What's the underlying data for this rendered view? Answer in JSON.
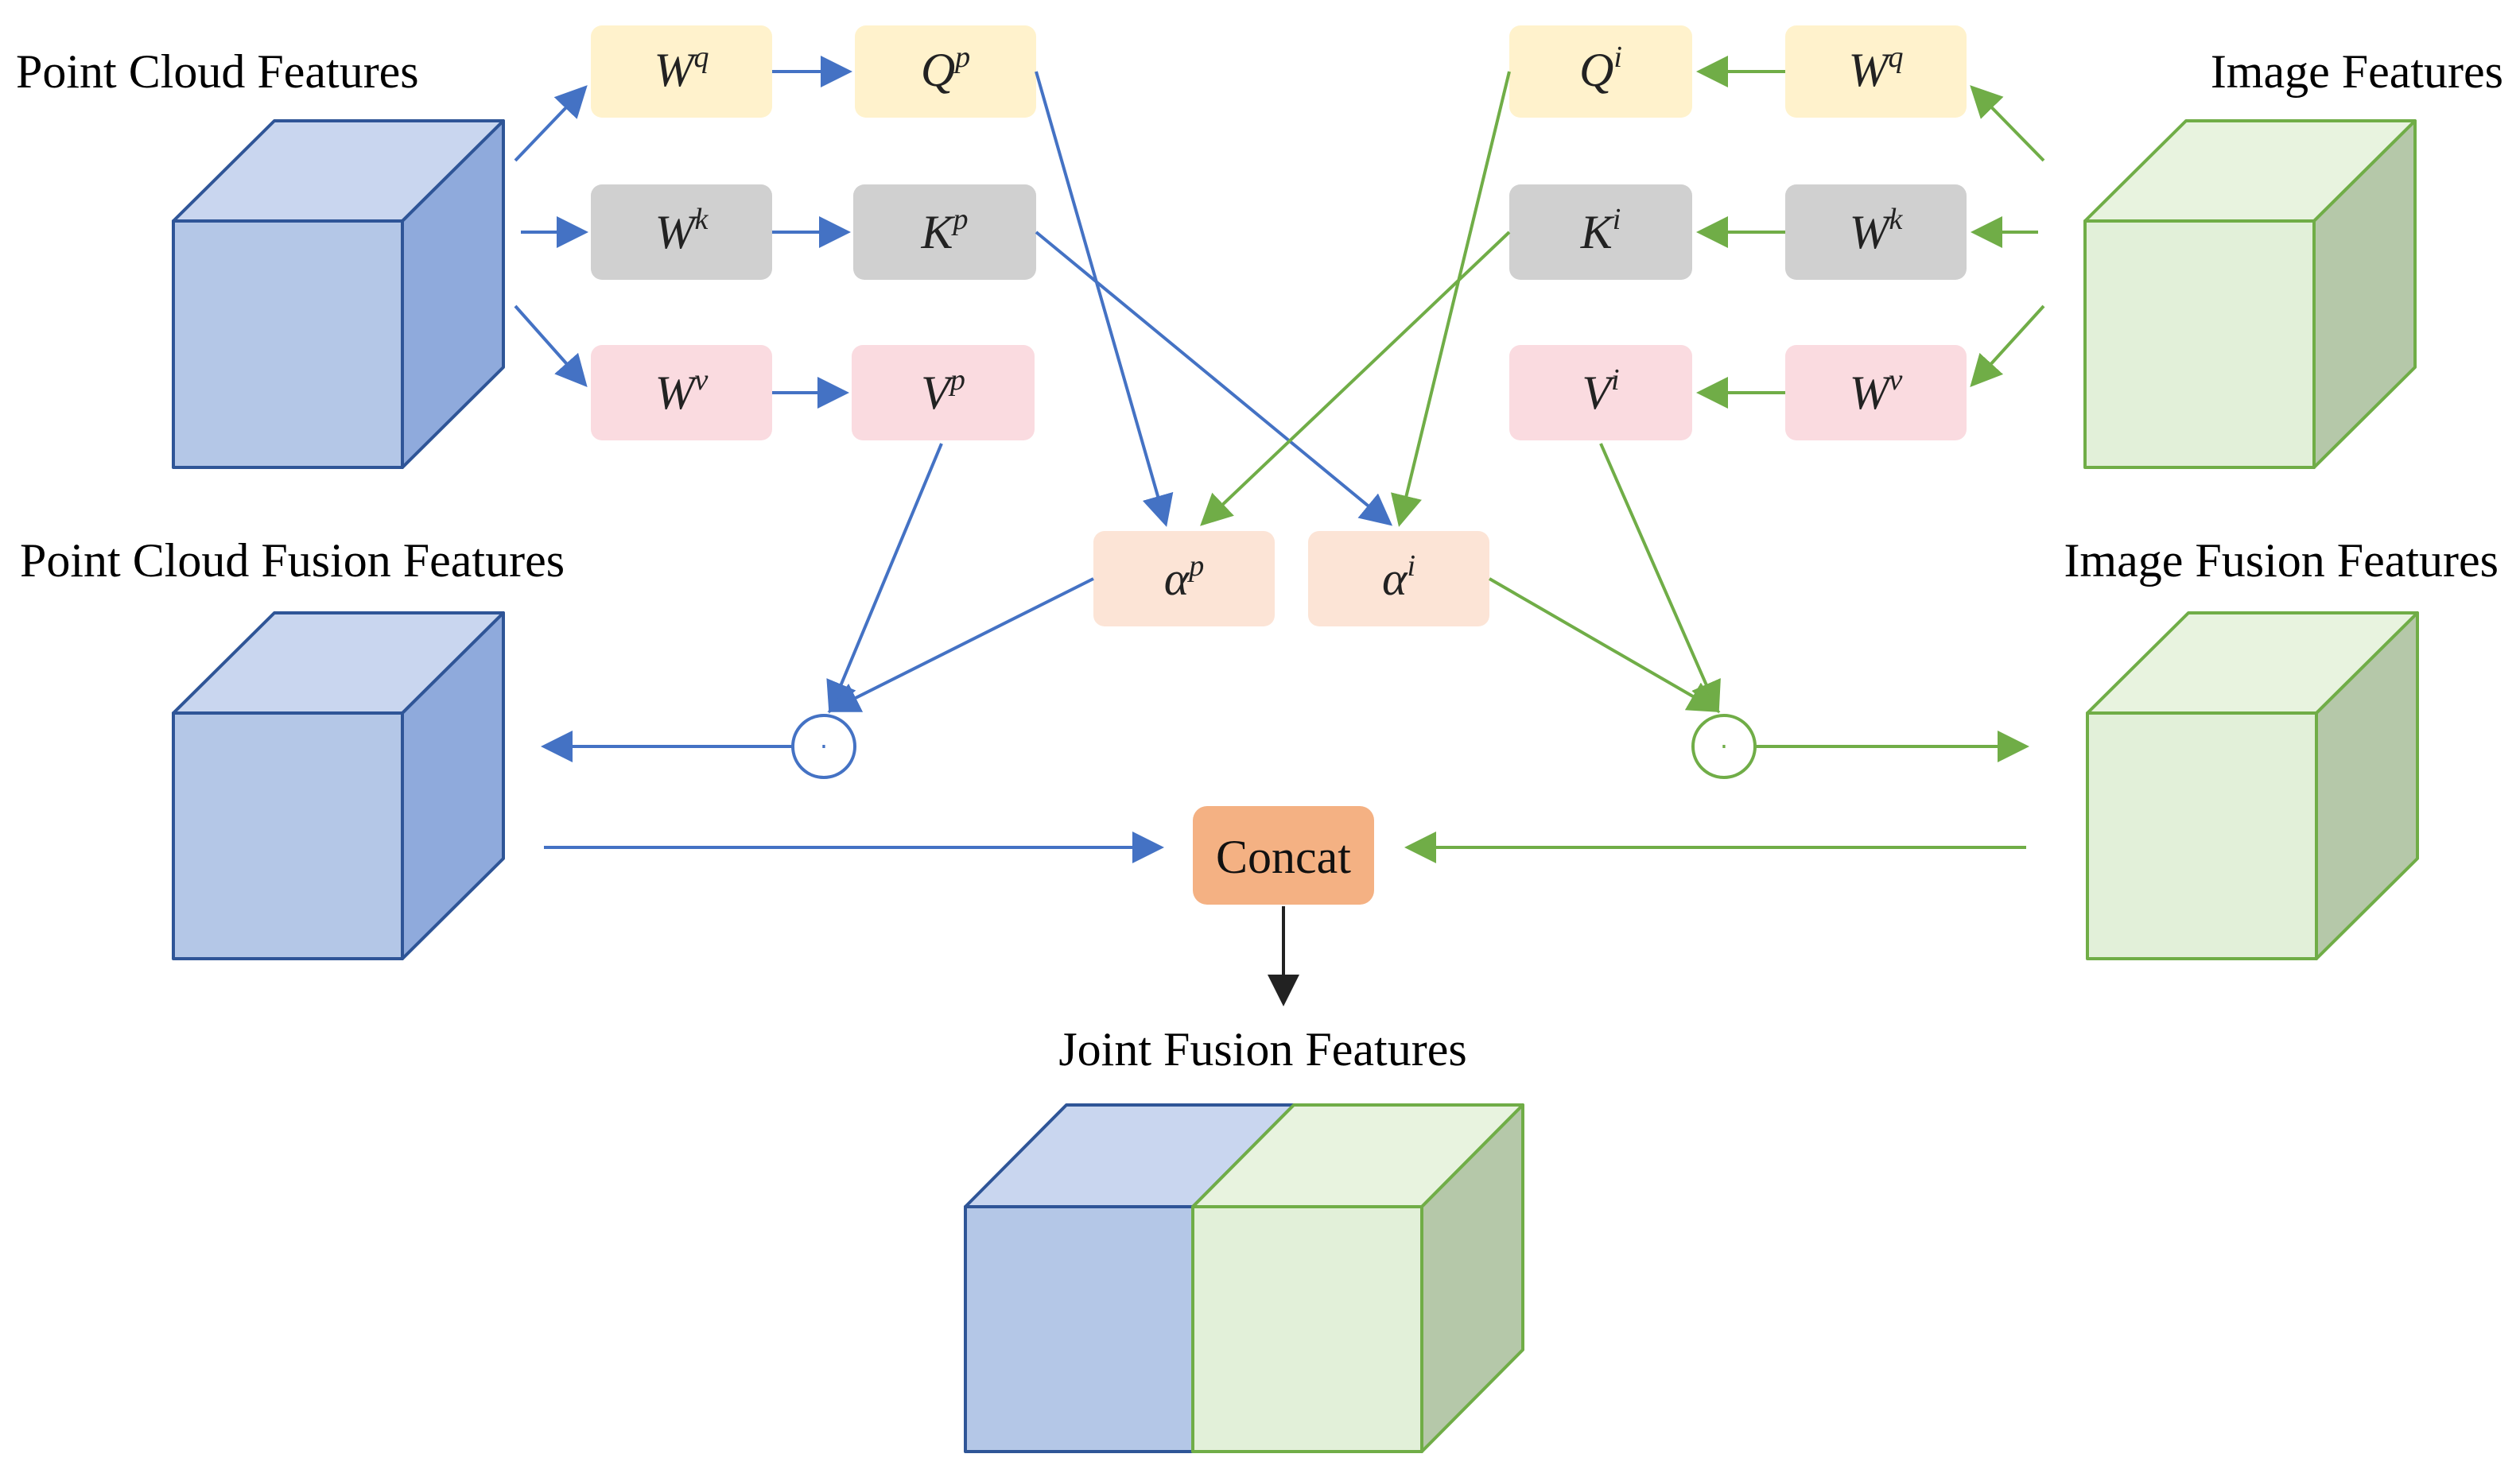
{
  "labels": {
    "point_cloud_features": "Point Cloud Features",
    "image_features": "Image Features",
    "point_cloud_fusion_features": "Point Cloud Fusion Features",
    "image_fusion_features": "Image Fusion Features",
    "joint_fusion_features": "Joint Fusion Features",
    "concat": "Concat"
  },
  "boxes": {
    "left": {
      "wq": {
        "base": "W",
        "sup": "q"
      },
      "wk": {
        "base": "W",
        "sup": "k"
      },
      "wv": {
        "base": "W",
        "sup": "v"
      },
      "qp": {
        "base": "Q",
        "sup": "p"
      },
      "kp": {
        "base": "K",
        "sup": "p"
      },
      "vp": {
        "base": "V",
        "sup": "p"
      }
    },
    "right": {
      "wq": {
        "base": "W",
        "sup": "q"
      },
      "wk": {
        "base": "W",
        "sup": "k"
      },
      "wv": {
        "base": "W",
        "sup": "v"
      },
      "qi": {
        "base": "Q",
        "sup": "i"
      },
      "ki": {
        "base": "K",
        "sup": "i"
      },
      "vi": {
        "base": "V",
        "sup": "i"
      }
    },
    "alpha_p": {
      "base": "α",
      "sup": "p"
    },
    "alpha_i": {
      "base": "α",
      "sup": "i"
    }
  },
  "operators": {
    "hadamard_left": "·",
    "hadamard_right": "·"
  },
  "colors": {
    "blue_line": "#4472c4",
    "green_line": "#70ad47",
    "cube_blue_front": "#b4c7e7",
    "cube_blue_top": "#c9d6ef",
    "cube_blue_side": "#8faadc",
    "cube_blue_edge": "#2f5597",
    "cube_green_front": "#e2f0d9",
    "cube_green_top": "#e8f3df",
    "cube_green_side": "#b5c8a9",
    "cube_green_edge": "#70ad47",
    "box_q": "#fff2cc",
    "box_k": "#d0d0d0",
    "box_v": "#fadbe0",
    "box_alpha": "#fce4d6",
    "box_concat": "#f4b183"
  }
}
